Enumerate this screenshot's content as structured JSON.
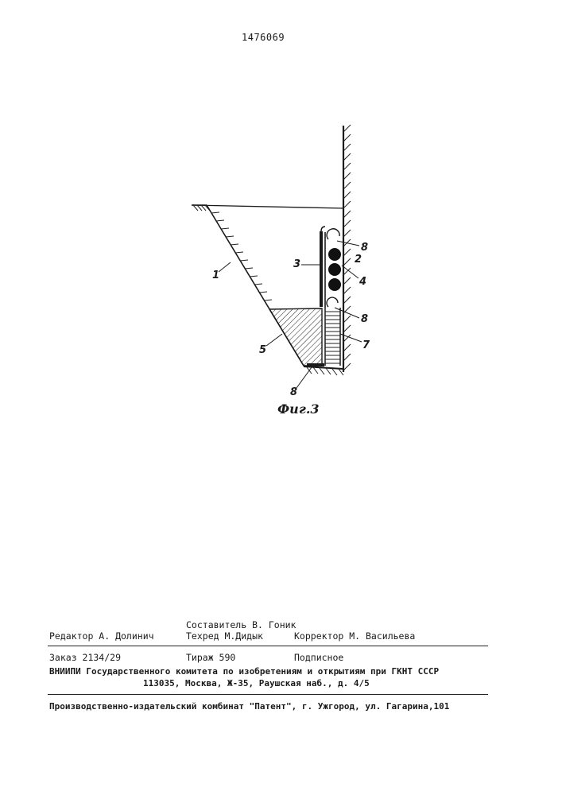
{
  "patent_number": "1476069",
  "figure": {
    "caption": "Фиг.3",
    "labels": [
      "1",
      "2",
      "3",
      "4",
      "5",
      "7",
      "8",
      "8",
      "8"
    ]
  },
  "imprint": {
    "composer": "Составитель В. Гоник",
    "editor": "Редактор А. Долинич",
    "techred": "Техред М.Дидык",
    "corrector": "Корректор М. Васильева",
    "order": "Заказ 2134/29",
    "circulation": "Тираж 590",
    "subscription": "Подписное",
    "org_line1": "ВНИИПИ Государственного комитета по изобретениям и открытиям при ГКНТ СССР",
    "org_line2": "113035, Москва, Ж-35, Раушская наб., д. 4/5",
    "printer": "Производственно-издательский комбинат \"Патент\", г. Ужгород, ул. Гагарина,101"
  }
}
